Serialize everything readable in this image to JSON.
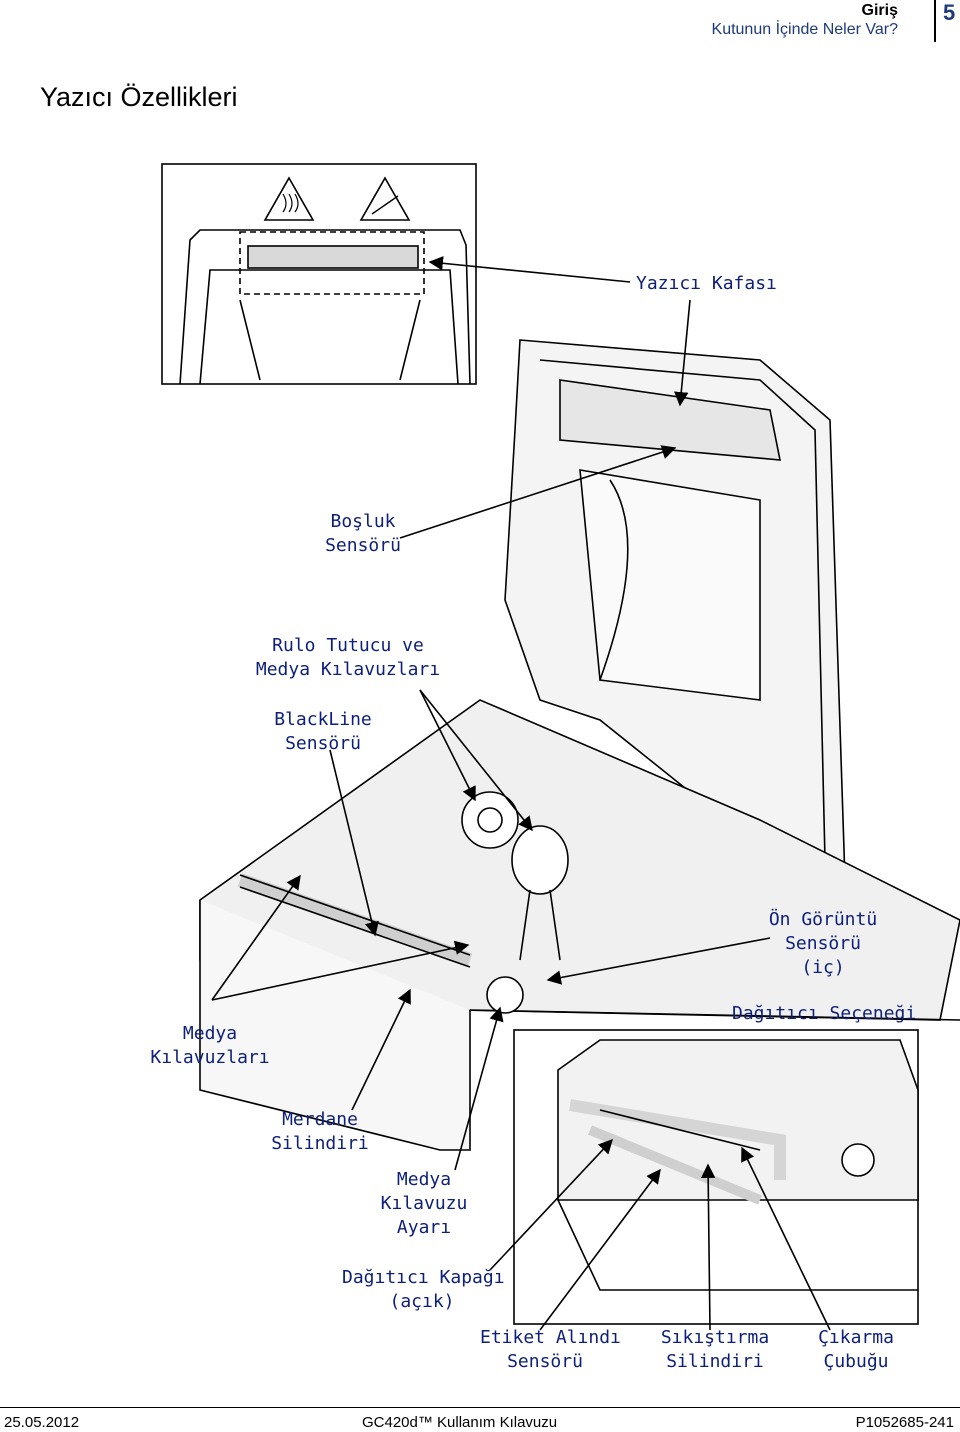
{
  "header": {
    "section": "Giriş",
    "subsection": "Kutunun İçinde Neler Var?",
    "page_number": "5"
  },
  "title": "Yazıcı Özellikleri",
  "labels": {
    "yazici_kafasi": "Yazıcı Kafası",
    "bosluk_1": "Boşluk",
    "bosluk_2": "Sensörü",
    "rulo_1": "Rulo Tutucu ve",
    "rulo_2": "Medya Kılavuzları",
    "blackline_1": "BlackLine",
    "blackline_2": "Sensörü",
    "on_goruntu_1": "Ön Görüntü",
    "on_goruntu_2": "Sensörü",
    "on_goruntu_3": "(iç)",
    "dagitici_secenegi": "Dağıtıcı Seçeneği",
    "medya_kil_1": "Medya",
    "medya_kil_2": "Kılavuzları",
    "merdane_1": "Merdane",
    "merdane_2": "Silindiri",
    "ayar_1": "Medya",
    "ayar_2": "Kılavuzu",
    "ayar_3": "Ayarı",
    "kapak_1": "Dağıtıcı Kapağı",
    "kapak_2": "(açık)",
    "etiket_1": "Etiket Alındı",
    "etiket_2": "Sensörü",
    "sikistirma_1": "Sıkıştırma",
    "sikistirma_2": "Silindiri",
    "cikarma_1": "Çıkarma",
    "cikarma_2": "Çubuğu"
  },
  "footer": {
    "date": "25.05.2012",
    "manual": "GC420d™ Kullanım Kılavuzu",
    "part_number": "P1052685-241"
  }
}
